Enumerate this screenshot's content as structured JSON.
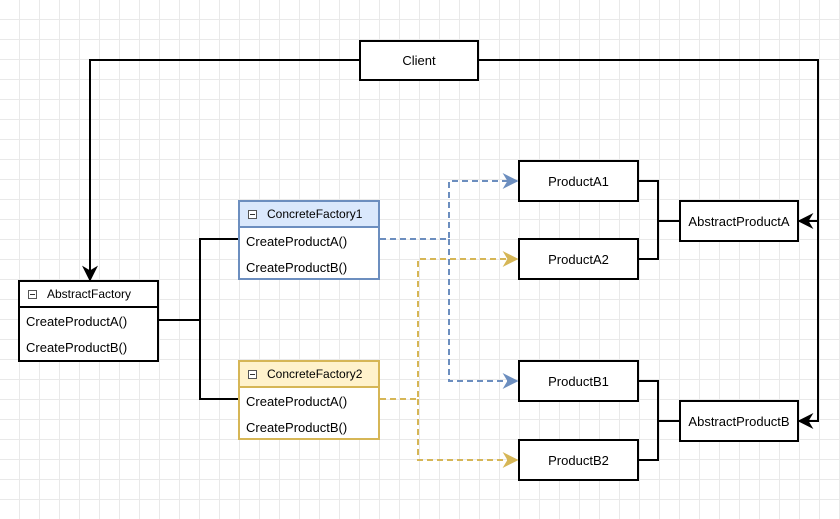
{
  "client": {
    "label": "Client"
  },
  "abstract_factory": {
    "title": "AbstractFactory",
    "methods": [
      "CreateProductA()",
      "CreateProductB()"
    ]
  },
  "concrete_factory_1": {
    "title": "ConcreteFactory1",
    "methods": [
      "CreateProductA()",
      "CreateProductB()"
    ],
    "accent_color": "#6c8ebf",
    "header_fill": "#dae8fc"
  },
  "concrete_factory_2": {
    "title": "ConcreteFactory2",
    "methods": [
      "CreateProductA()",
      "CreateProductB()"
    ],
    "accent_color": "#d6b656",
    "header_fill": "#fff2cc"
  },
  "products": {
    "a1": "ProductA1",
    "a2": "ProductA2",
    "b1": "ProductB1",
    "b2": "ProductB2"
  },
  "abstract_products": {
    "a": "AbstractProductA",
    "b": "AbstractProductB"
  }
}
